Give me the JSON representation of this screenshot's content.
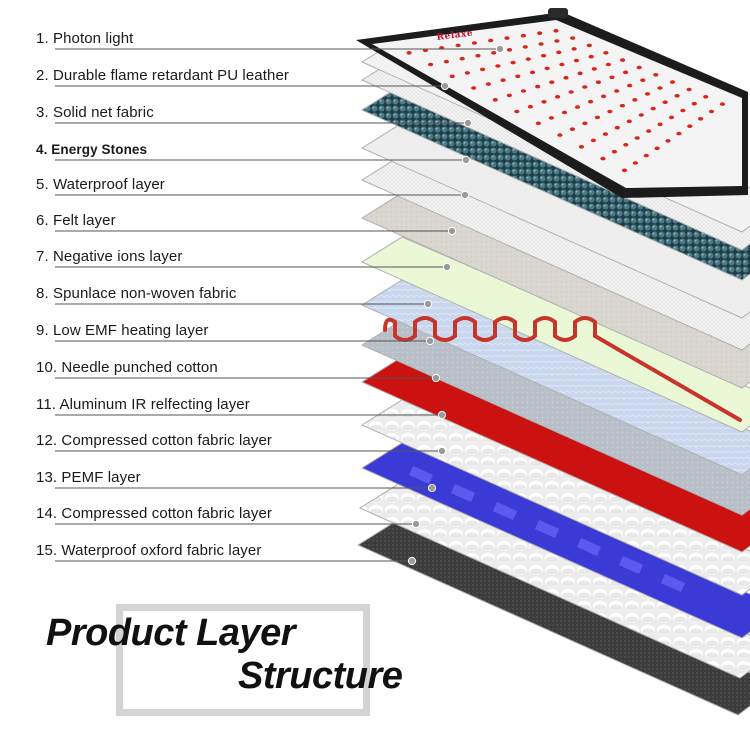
{
  "layers": [
    {
      "label": "1. Photon light"
    },
    {
      "label": "2. Durable flame retardant PU leather"
    },
    {
      "label": "3. Solid net fabric"
    },
    {
      "label": "4. Energy Stones"
    },
    {
      "label": "5. Waterproof layer"
    },
    {
      "label": "6. Felt layer"
    },
    {
      "label": "7. Negative ions layer"
    },
    {
      "label": "8. Spunlace non-woven fabric"
    },
    {
      "label": "9. Low EMF heating layer"
    },
    {
      "label": "10. Needle punched cotton"
    },
    {
      "label": "11. Aluminum IR relfecting layer"
    },
    {
      "label": "12. Compressed cotton fabric layer"
    },
    {
      "label": "13. PEMF layer"
    },
    {
      "label": "14. Compressed cotton fabric layer"
    },
    {
      "label": "15. Waterproof oxford fabric  layer"
    }
  ],
  "title": {
    "line1": "Product Layer",
    "line2": "Structure"
  },
  "brand": "Relaxe",
  "colors": {
    "photon_mat": "#1c1c1c",
    "led": "#d8261c",
    "energy_stone": "#2f5a66",
    "heating_wire": "#c8342a",
    "ir_layer": "#cc1111",
    "pemf_layer": "#3a3ad6",
    "oxford": "#3a3a3a",
    "negative_ion": "#eaf8d6",
    "spunlace": "#c4d4ec"
  }
}
